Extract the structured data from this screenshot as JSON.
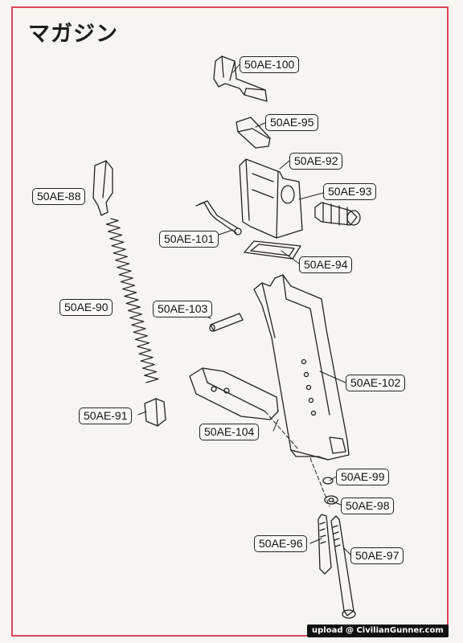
{
  "title": "マガジン",
  "watermark": "upload @ CivilianGunner.com",
  "frame_color": "#d9465a",
  "parts": [
    {
      "id": "p100",
      "label": "50AE-100"
    },
    {
      "id": "p95",
      "label": "50AE-95"
    },
    {
      "id": "p92",
      "label": "50AE-92"
    },
    {
      "id": "p93",
      "label": "50AE-93"
    },
    {
      "id": "p88",
      "label": "50AE-88"
    },
    {
      "id": "p101",
      "label": "50AE-101"
    },
    {
      "id": "p94",
      "label": "50AE-94"
    },
    {
      "id": "p90",
      "label": "50AE-90"
    },
    {
      "id": "p103",
      "label": "50AE-103"
    },
    {
      "id": "p102",
      "label": "50AE-102"
    },
    {
      "id": "p91",
      "label": "50AE-91"
    },
    {
      "id": "p104",
      "label": "50AE-104"
    },
    {
      "id": "p99",
      "label": "50AE-99"
    },
    {
      "id": "p98",
      "label": "50AE-98"
    },
    {
      "id": "p96",
      "label": "50AE-96"
    },
    {
      "id": "p97",
      "label": "50AE-97"
    }
  ]
}
